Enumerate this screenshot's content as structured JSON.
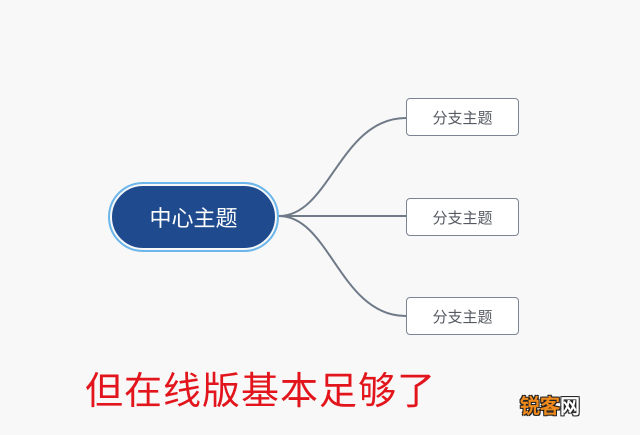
{
  "mindmap": {
    "central_topic": {
      "label": "中心主题",
      "fill": "#1f4b8e",
      "border": "#6cb6ea"
    },
    "branches": [
      {
        "label": "分支主题"
      },
      {
        "label": "分支主题"
      },
      {
        "label": "分支主题"
      }
    ],
    "line_color": "#6f7a88"
  },
  "caption": {
    "text": "但在线版基本足够了",
    "color": "#e3151c"
  },
  "watermark": {
    "part1": "锐客",
    "part2": "网"
  }
}
